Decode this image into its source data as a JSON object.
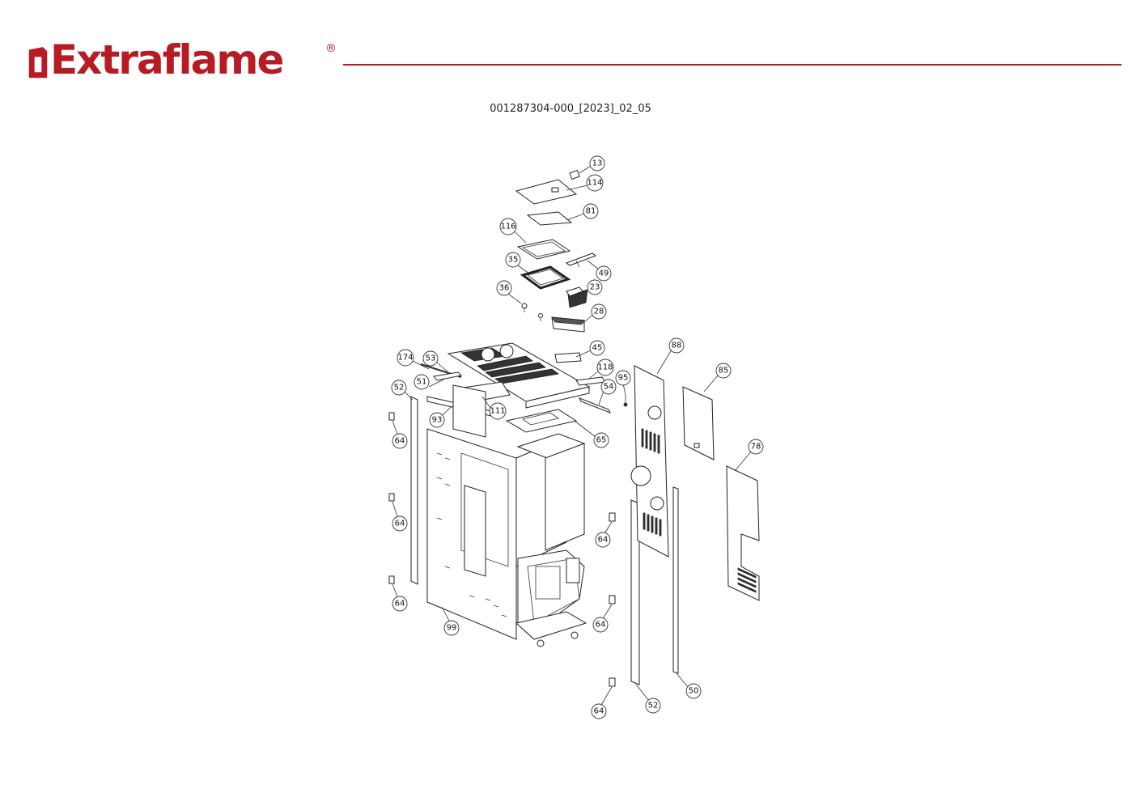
{
  "brand": {
    "name": "Extraflame",
    "registered_mark": "®",
    "color": "#b71c24"
  },
  "document": {
    "code": "001287304-000_[2023]_02_05"
  },
  "diagram": {
    "callouts": [
      {
        "id": "c-13",
        "label": "13"
      },
      {
        "id": "c-114",
        "label": "114"
      },
      {
        "id": "c-81",
        "label": "81"
      },
      {
        "id": "c-116",
        "label": "116"
      },
      {
        "id": "c-35",
        "label": "35"
      },
      {
        "id": "c-49",
        "label": "49"
      },
      {
        "id": "c-23",
        "label": "23"
      },
      {
        "id": "c-36",
        "label": "36"
      },
      {
        "id": "c-28",
        "label": "28"
      },
      {
        "id": "c-45",
        "label": "45"
      },
      {
        "id": "c-88",
        "label": "88"
      },
      {
        "id": "c-174",
        "label": "174"
      },
      {
        "id": "c-53",
        "label": "53"
      },
      {
        "id": "c-118",
        "label": "118"
      },
      {
        "id": "c-95",
        "label": "95"
      },
      {
        "id": "c-85",
        "label": "85"
      },
      {
        "id": "c-51",
        "label": "51"
      },
      {
        "id": "c-54",
        "label": "54"
      },
      {
        "id": "c-52a",
        "label": "52"
      },
      {
        "id": "c-111",
        "label": "111"
      },
      {
        "id": "c-93",
        "label": "93"
      },
      {
        "id": "c-65",
        "label": "65"
      },
      {
        "id": "c-78",
        "label": "78"
      },
      {
        "id": "c-64a",
        "label": "64"
      },
      {
        "id": "c-64b",
        "label": "64"
      },
      {
        "id": "c-64c",
        "label": "64"
      },
      {
        "id": "c-64d",
        "label": "64"
      },
      {
        "id": "c-64e",
        "label": "64"
      },
      {
        "id": "c-99",
        "label": "99"
      },
      {
        "id": "c-64f",
        "label": "64"
      },
      {
        "id": "c-50",
        "label": "50"
      },
      {
        "id": "c-52b",
        "label": "52"
      }
    ]
  }
}
